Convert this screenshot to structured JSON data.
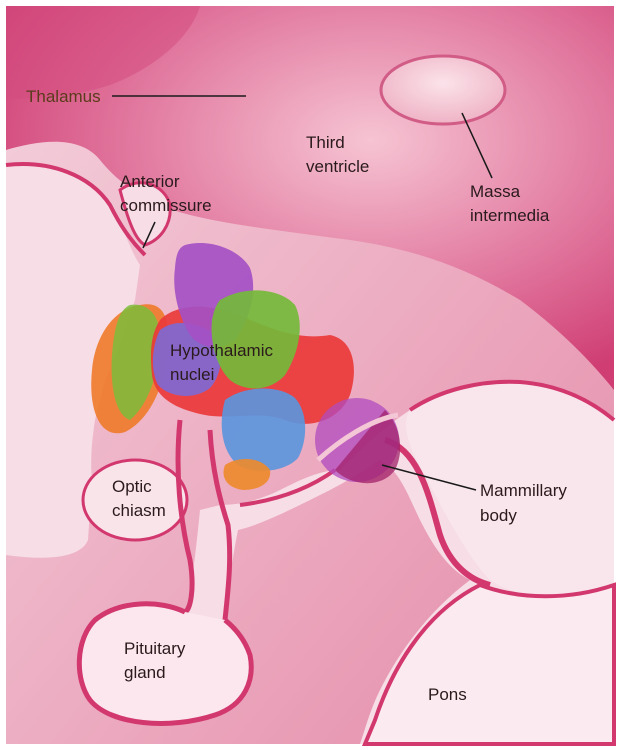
{
  "labels": {
    "thalamus": "Thalamus",
    "third_ventricle": [
      "Third",
      "ventricle"
    ],
    "massa_intermedia": [
      "Massa",
      "intermedia"
    ],
    "anterior_commissure": [
      "Anterior",
      "commissure"
    ],
    "hypothalamic_nuclei": [
      "Hypothalamic",
      "nuclei"
    ],
    "mammillary_body": [
      "Mammillary",
      "body"
    ],
    "optic_chiasm": [
      "Optic",
      "chiasm"
    ],
    "pituitary_gland": [
      "Pituitary",
      "gland"
    ],
    "pons": "Pons"
  },
  "colors": {
    "tissue_dark": "#d2386e",
    "tissue_mid": "#e68aa8",
    "tissue_light": "#f7dde5",
    "outline": "#c72a5f",
    "nucleus_purple": "#a24bc4",
    "nucleus_green": "#74b83a",
    "nucleus_red": "#ea3a3a",
    "nucleus_blue": "#5c95dc",
    "nucleus_orange": "#ee8a2a",
    "mammillary": "#b42a8a"
  }
}
